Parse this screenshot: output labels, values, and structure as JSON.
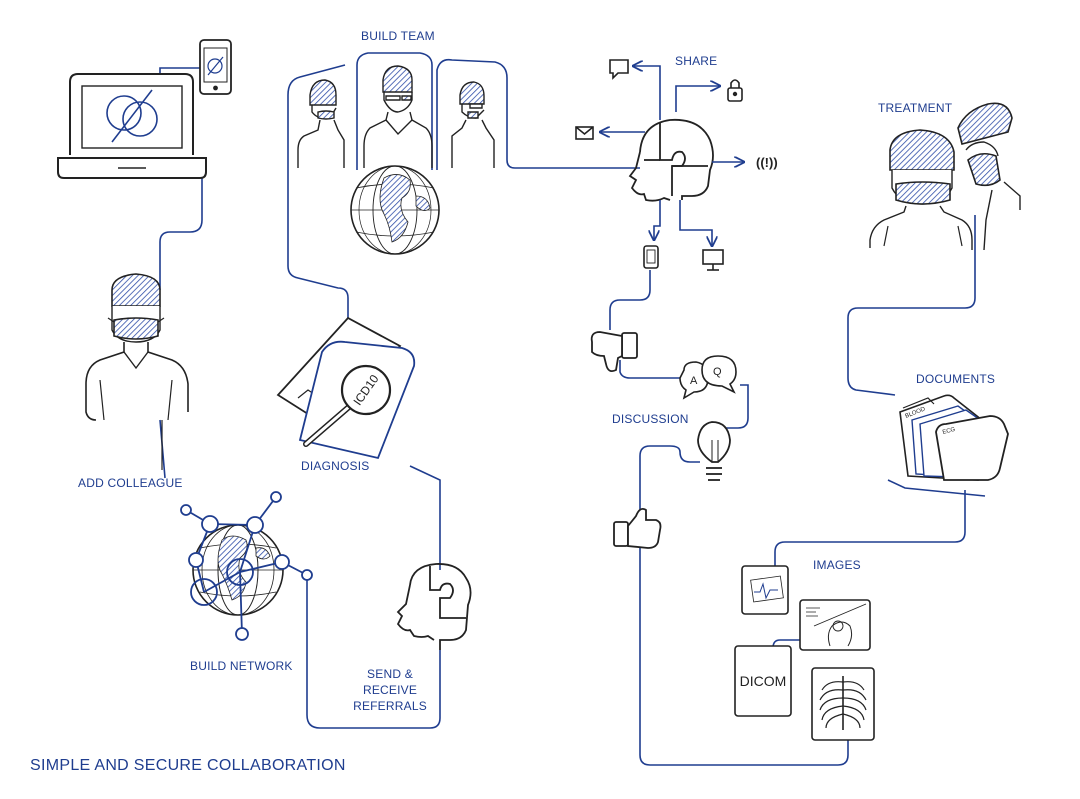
{
  "labels": {
    "build_team": "BUILD TEAM",
    "share": "SHARE",
    "treatment": "TREATMENT",
    "documents": "DOCUMENTS",
    "discussion": "DISCUSSION",
    "images": "IMAGES",
    "diagnosis": "DIAGNOSIS",
    "add_colleague": "ADD COLLEAGUE",
    "build_network": "BUILD NETWORK",
    "send_receive_line1": "SEND &",
    "send_receive_line2": "RECEIVE",
    "send_receive_line3": "REFERRALS"
  },
  "glyphs": {
    "icd10": "ICD10",
    "dicom": "DICOM",
    "answer": "A",
    "question": "Q",
    "alert": "((!))",
    "blood_tab": "BLOOD",
    "ecg_tab": "ECG"
  },
  "footer": "SIMPLE AND SECURE COLLABORATION",
  "colors": {
    "line": "#1f3d8f",
    "ink": "#222222",
    "hatch": "#2f4ea8"
  }
}
